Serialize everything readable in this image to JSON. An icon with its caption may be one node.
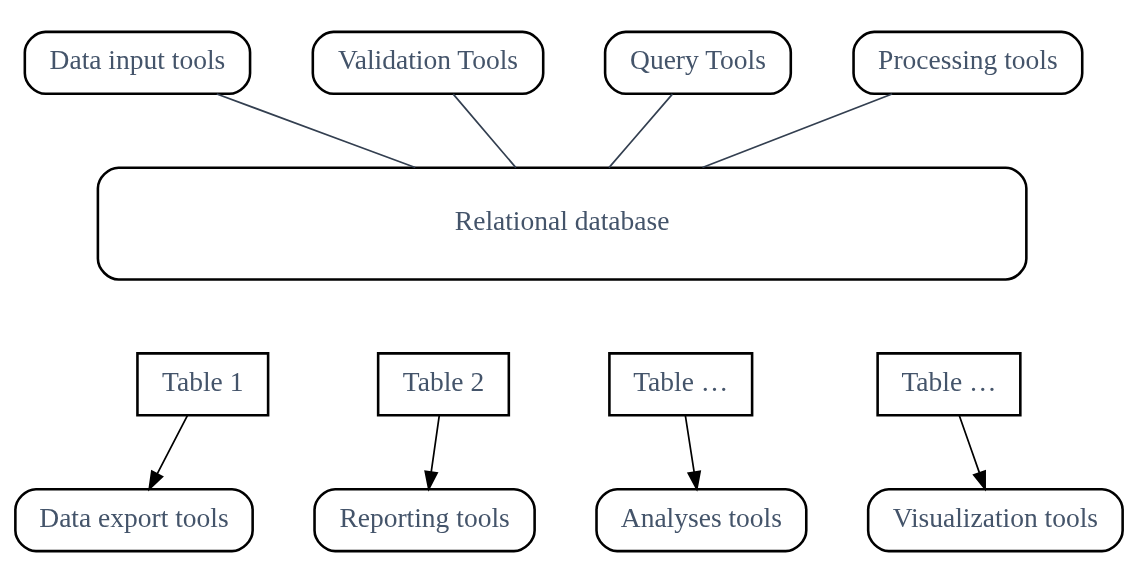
{
  "diagram": {
    "nodes": [
      {
        "text": [
          "Data input tools"
        ]
      },
      {
        "text": [
          "Validation Tools"
        ]
      },
      {
        "text": [
          "Query Tools"
        ]
      },
      {
        "text": [
          "Processing tools"
        ]
      },
      {
        "text": [
          "Relational database"
        ]
      },
      {
        "text": [
          "Table 1"
        ]
      },
      {
        "text": [
          "Table 2"
        ]
      },
      {
        "text": [
          "Table …"
        ]
      },
      {
        "text": [
          "Table …"
        ]
      },
      {
        "text": [
          "Data export tools"
        ]
      },
      {
        "text": [
          "Reporting tools"
        ]
      },
      {
        "text": [
          "Analyses tools"
        ]
      },
      {
        "text": [
          "Visualization tools"
        ]
      }
    ],
    "edges": [
      {
        "from": 0,
        "to": 4,
        "arrow": "none",
        "color": "#333f50"
      },
      {
        "from": 1,
        "to": 4,
        "arrow": "none",
        "color": "#333f50"
      },
      {
        "from": 2,
        "to": 4,
        "arrow": "none",
        "color": "#333f50"
      },
      {
        "from": 3,
        "to": 4,
        "arrow": "none",
        "color": "#333f50"
      },
      {
        "from": 5,
        "to": 9,
        "arrow": "to"
      },
      {
        "from": 6,
        "to": 10,
        "arrow": "to"
      },
      {
        "from": 7,
        "to": 11,
        "arrow": "to"
      },
      {
        "from": 8,
        "to": 12,
        "arrow": "to"
      }
    ]
  }
}
